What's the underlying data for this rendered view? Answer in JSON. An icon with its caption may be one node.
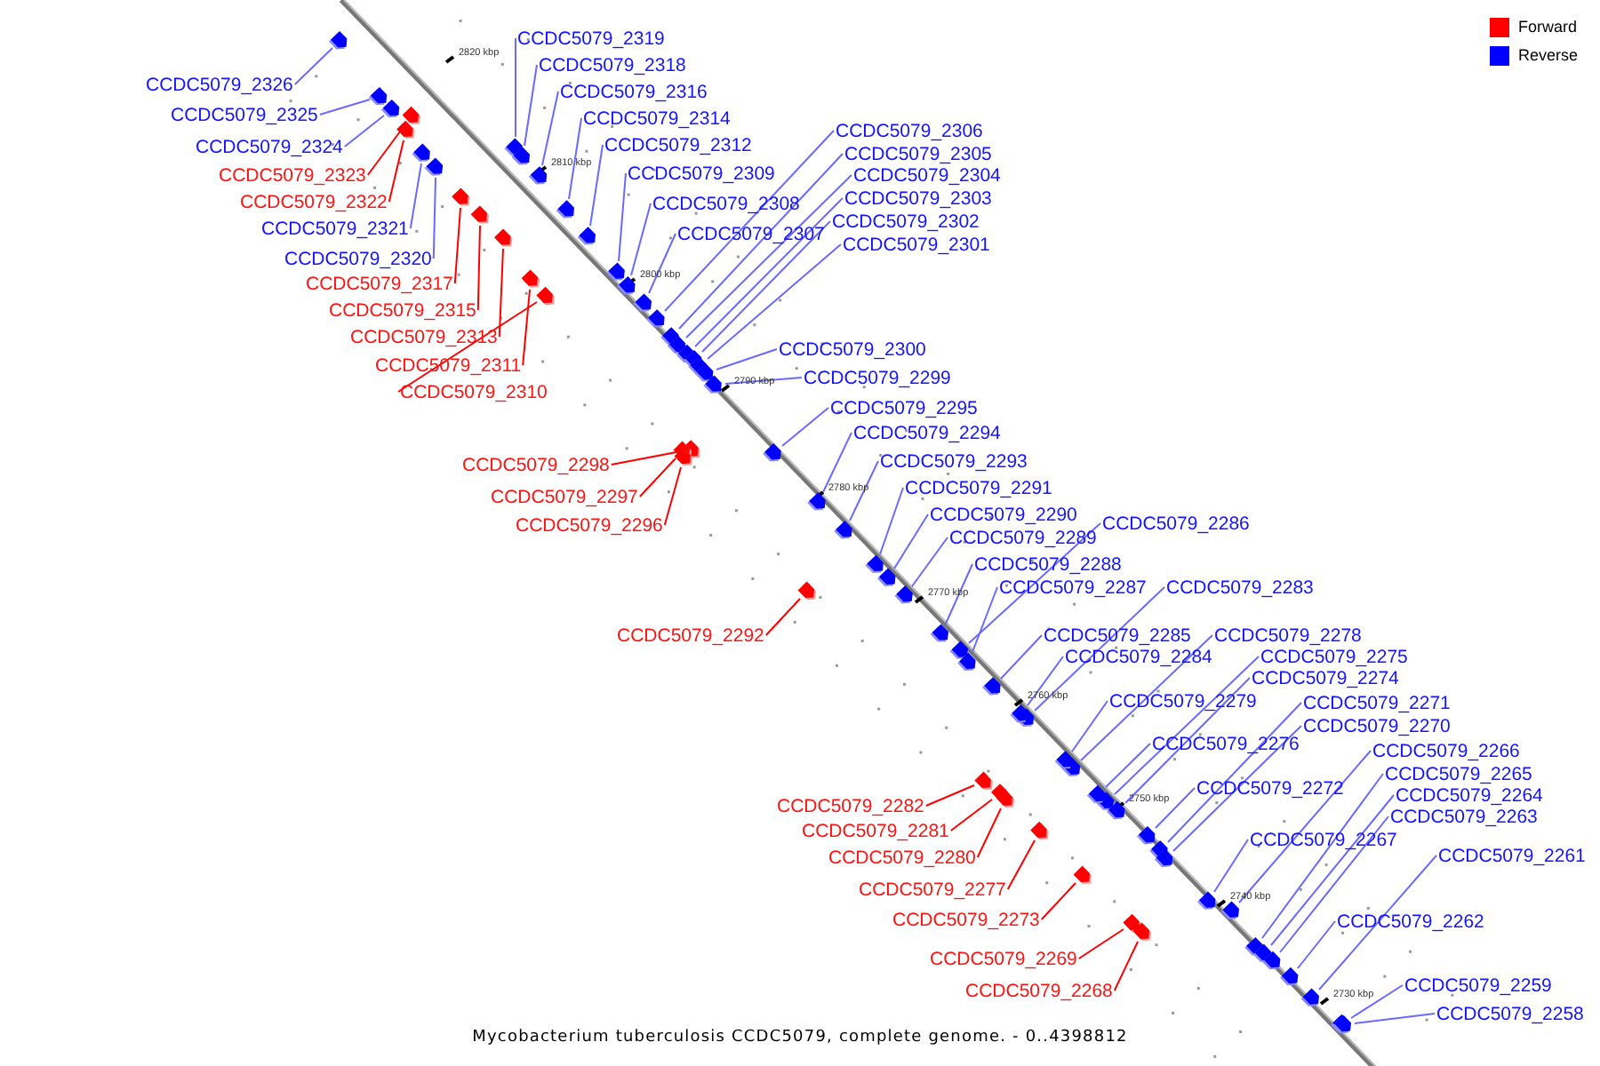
{
  "diagram": {
    "caption": "Mycobacterium tuberculosis CCDC5079, complete genome. - 0..4398812",
    "nodes": [
      {
        "text": [
          "CCDC5079_2319"
        ]
      },
      {
        "text": [
          "CCDC5079_2318"
        ]
      },
      {
        "text": [
          "CCDC5079_2326"
        ]
      },
      {
        "text": [
          "CCDC5079_2316"
        ]
      },
      {
        "text": [
          "CCDC5079_2325"
        ]
      },
      {
        "text": [
          "CCDC5079_2314"
        ]
      },
      {
        "text": [
          "CCDC5079_2306"
        ]
      },
      {
        "text": [
          "CCDC5079_2312"
        ]
      },
      {
        "text": [
          "CCDC5079_2324"
        ]
      },
      {
        "text": [
          "CCDC5079_2305"
        ]
      },
      {
        "text": [
          "CCDC5079_2309"
        ]
      },
      {
        "text": [
          "CCDC5079_2304"
        ]
      },
      {
        "text": [
          "CCDC5079_2323"
        ]
      },
      {
        "text": [
          "CCDC5079_2303"
        ]
      },
      {
        "text": [
          "CCDC5079_2322"
        ]
      },
      {
        "text": [
          "CCDC5079_2308"
        ]
      },
      {
        "text": [
          "CCDC5079_2302"
        ]
      },
      {
        "text": [
          "CCDC5079_2321"
        ]
      },
      {
        "text": [
          "CCDC5079_2307"
        ]
      },
      {
        "text": [
          "CCDC5079_2301"
        ]
      },
      {
        "text": [
          "CCDC5079_2320"
        ]
      },
      {
        "text": [
          "CCDC5079_2317"
        ]
      },
      {
        "text": [
          "CCDC5079_2315"
        ]
      },
      {
        "text": [
          "CCDC5079_2313"
        ]
      },
      {
        "text": [
          "CCDC5079_2300"
        ]
      },
      {
        "text": [
          "CCDC5079_2311"
        ]
      },
      {
        "text": [
          "CCDC5079_2299"
        ]
      },
      {
        "text": [
          "CCDC5079_2310"
        ]
      },
      {
        "text": [
          "CCDC5079_2295"
        ]
      },
      {
        "text": [
          "CCDC5079_2294"
        ]
      },
      {
        "text": [
          "CCDC5079_2293"
        ]
      },
      {
        "text": [
          "CCDC5079_2298"
        ]
      },
      {
        "text": [
          "CCDC5079_2291"
        ]
      },
      {
        "text": [
          "CCDC5079_2297"
        ]
      },
      {
        "text": [
          "CCDC5079_2290"
        ]
      },
      {
        "text": [
          "CCDC5079_2286"
        ]
      },
      {
        "text": [
          "CCDC5079_2296"
        ]
      },
      {
        "text": [
          "CCDC5079_2289"
        ]
      },
      {
        "text": [
          "CCDC5079_2288"
        ]
      },
      {
        "text": [
          "CCDC5079_2287"
        ]
      },
      {
        "text": [
          "CCDC5079_2283"
        ]
      },
      {
        "text": [
          "CCDC5079_2285"
        ]
      },
      {
        "text": [
          "CCDC5079_2292"
        ]
      },
      {
        "text": [
          "CCDC5079_2278"
        ]
      },
      {
        "text": [
          "CCDC5079_2284"
        ]
      },
      {
        "text": [
          "CCDC5079_2275"
        ]
      },
      {
        "text": [
          "CCDC5079_2274"
        ]
      },
      {
        "text": [
          "CCDC5079_2279"
        ]
      },
      {
        "text": [
          "CCDC5079_2271"
        ]
      },
      {
        "text": [
          "CCDC5079_2270"
        ]
      },
      {
        "text": [
          "CCDC5079_2276"
        ]
      },
      {
        "text": [
          "CCDC5079_2266"
        ]
      },
      {
        "text": [
          "CCDC5079_2265"
        ]
      },
      {
        "text": [
          "CCDC5079_2272"
        ]
      },
      {
        "text": [
          "CCDC5079_2264"
        ]
      },
      {
        "text": [
          "CCDC5079_2282"
        ]
      },
      {
        "text": [
          "CCDC5079_2263"
        ]
      },
      {
        "text": [
          "CCDC5079_2281"
        ]
      },
      {
        "text": [
          "CCDC5079_2267"
        ]
      },
      {
        "text": [
          "CCDC5079_2261"
        ]
      },
      {
        "text": [
          "CCDC5079_2280"
        ]
      },
      {
        "text": [
          "CCDC5079_2277"
        ]
      },
      {
        "text": [
          "CCDC5079_2273"
        ]
      },
      {
        "text": [
          "CCDC5079_2262"
        ]
      },
      {
        "text": [
          "CCDC5079_2269"
        ]
      },
      {
        "text": [
          "CCDC5079_2259"
        ]
      },
      {
        "text": [
          "CCDC5079_2268"
        ]
      },
      {
        "text": [
          "CCDC5079_2258"
        ]
      },
      {
        "text": [],
        "shape": "bar"
      },
      {
        "text": [],
        "shape": "bar"
      },
      {
        "text": [],
        "shape": "bar"
      },
      {
        "text": [],
        "shape": "bar"
      },
      {
        "text": [],
        "shape": "bar"
      },
      {
        "text": [],
        "shape": "bar"
      },
      {
        "text": [],
        "shape": "bar"
      },
      {
        "text": [],
        "shape": "bar"
      },
      {
        "text": [],
        "shape": "bar"
      },
      {
        "text": [],
        "shape": "bar"
      },
      {
        "text": [],
        "shape": "bar"
      },
      {
        "text": [],
        "shape": "bar"
      },
      {
        "text": [],
        "shape": "bar"
      },
      {
        "text": [],
        "shape": "bar"
      },
      {
        "text": [],
        "shape": "bar"
      },
      {
        "text": [],
        "shape": "bar"
      },
      {
        "text": [],
        "shape": "bar"
      },
      {
        "text": [],
        "shape": "bar"
      },
      {
        "text": [],
        "shape": "bar"
      },
      {
        "text": [],
        "shape": "bar"
      },
      {
        "text": [],
        "shape": "bar"
      },
      {
        "text": [],
        "shape": "bar"
      },
      {
        "text": [],
        "shape": "bar"
      },
      {
        "text": [],
        "shape": "bar"
      },
      {
        "text": [],
        "shape": "bar"
      },
      {
        "text": [],
        "shape": "bar"
      },
      {
        "text": [],
        "shape": "bar"
      },
      {
        "text": [],
        "shape": "bar"
      },
      {
        "text": [],
        "shape": "bar"
      },
      {
        "text": [],
        "shape": "bar"
      },
      {
        "text": [],
        "shape": "bar"
      },
      {
        "text": [],
        "shape": "bar"
      },
      {
        "text": [],
        "shape": "bar"
      },
      {
        "text": [],
        "shape": "bar"
      },
      {
        "text": [],
        "shape": "bar"
      },
      {
        "text": [],
        "shape": "bar"
      },
      {
        "text": [],
        "shape": "bar"
      },
      {
        "text": [],
        "shape": "bar"
      },
      {
        "text": [],
        "shape": "bar"
      },
      {
        "text": [],
        "shape": "bar"
      },
      {
        "text": [],
        "shape": "bar"
      },
      {
        "text": [],
        "shape": "bar"
      },
      {
        "text": [],
        "shape": "bar"
      },
      {
        "text": [],
        "shape": "bar"
      },
      {
        "text": [],
        "shape": "bar"
      },
      {
        "text": [],
        "shape": "bar"
      },
      {
        "text": [],
        "shape": "bar"
      },
      {
        "text": [],
        "shape": "bar"
      },
      {
        "text": [],
        "shape": "bar"
      },
      {
        "text": [],
        "shape": "bar"
      },
      {
        "text": [],
        "shape": "bar"
      },
      {
        "text": [],
        "shape": "bar"
      },
      {
        "text": [],
        "shape": "bar"
      },
      {
        "text": [],
        "shape": "bar"
      },
      {
        "text": [],
        "shape": "bar"
      },
      {
        "text": [],
        "shape": "bar"
      },
      {
        "text": [],
        "shape": "bar"
      },
      {
        "text": [],
        "shape": "bar"
      },
      {
        "text": [],
        "shape": "bar"
      },
      {
        "text": [],
        "shape": "bar"
      },
      {
        "text": [],
        "shape": "bar"
      },
      {
        "text": [],
        "shape": "bar"
      },
      {
        "text": [],
        "shape": "bar"
      },
      {
        "text": [],
        "shape": "bar"
      },
      {
        "text": [],
        "shape": "bar"
      },
      {
        "text": [],
        "shape": "bar"
      },
      {
        "text": [],
        "shape": "bar"
      },
      {
        "text": [],
        "shape": "bar"
      }
    ],
    "edges": [
      {
        "from": 0,
        "to": 68,
        "arrow": "none"
      },
      {
        "from": 1,
        "to": 69,
        "arrow": "none"
      },
      {
        "from": 2,
        "to": 70,
        "arrow": "none"
      },
      {
        "from": 3,
        "to": 71,
        "arrow": "none"
      },
      {
        "from": 4,
        "to": 72,
        "arrow": "none"
      },
      {
        "from": 5,
        "to": 73,
        "arrow": "none"
      },
      {
        "from": 6,
        "to": 74,
        "arrow": "none"
      },
      {
        "from": 7,
        "to": 75,
        "arrow": "none"
      },
      {
        "from": 8,
        "to": 76,
        "arrow": "none"
      },
      {
        "from": 9,
        "to": 77,
        "arrow": "none"
      },
      {
        "from": 10,
        "to": 78,
        "arrow": "none"
      },
      {
        "from": 11,
        "to": 79,
        "arrow": "none"
      },
      {
        "from": 12,
        "to": 80,
        "arrow": "none",
        "color": "#ff0000"
      },
      {
        "from": 13,
        "to": 81,
        "arrow": "none"
      },
      {
        "from": 14,
        "to": 82,
        "arrow": "none",
        "color": "#ff0000"
      },
      {
        "from": 15,
        "to": 83,
        "arrow": "none"
      },
      {
        "from": 16,
        "to": 84,
        "arrow": "none"
      },
      {
        "from": 17,
        "to": 85,
        "arrow": "none"
      },
      {
        "from": 18,
        "to": 86,
        "arrow": "none"
      },
      {
        "from": 19,
        "to": 87,
        "arrow": "none"
      },
      {
        "from": 20,
        "to": 88,
        "arrow": "none"
      },
      {
        "from": 21,
        "to": 89,
        "arrow": "none",
        "color": "#ff0000"
      },
      {
        "from": 22,
        "to": 90,
        "arrow": "none",
        "color": "#ff0000"
      },
      {
        "from": 23,
        "to": 91,
        "arrow": "none",
        "color": "#ff0000"
      },
      {
        "from": 24,
        "to": 92,
        "arrow": "none"
      },
      {
        "from": 25,
        "to": 93,
        "arrow": "none",
        "color": "#ff0000"
      },
      {
        "from": 26,
        "to": 94,
        "arrow": "none"
      },
      {
        "from": 27,
        "to": 95,
        "arrow": "none",
        "color": "#ff0000"
      },
      {
        "from": 28,
        "to": 96,
        "arrow": "none"
      },
      {
        "from": 29,
        "to": 97,
        "arrow": "none"
      },
      {
        "from": 30,
        "to": 98,
        "arrow": "none"
      },
      {
        "from": 31,
        "to": 99,
        "arrow": "none",
        "color": "#ff0000"
      },
      {
        "from": 32,
        "to": 100,
        "arrow": "none"
      },
      {
        "from": 33,
        "to": 101,
        "arrow": "none",
        "color": "#ff0000"
      },
      {
        "from": 34,
        "to": 102,
        "arrow": "none"
      },
      {
        "from": 35,
        "to": 103,
        "arrow": "none"
      },
      {
        "from": 36,
        "to": 104,
        "arrow": "none",
        "color": "#ff0000"
      },
      {
        "from": 37,
        "to": 105,
        "arrow": "none"
      },
      {
        "from": 38,
        "to": 106,
        "arrow": "none"
      },
      {
        "from": 39,
        "to": 107,
        "arrow": "none"
      },
      {
        "from": 40,
        "to": 108,
        "arrow": "none"
      },
      {
        "from": 41,
        "to": 109,
        "arrow": "none"
      },
      {
        "from": 42,
        "to": 110,
        "arrow": "none",
        "color": "#ff0000"
      },
      {
        "from": 43,
        "to": 111,
        "arrow": "none"
      },
      {
        "from": 44,
        "to": 112,
        "arrow": "none"
      },
      {
        "from": 45,
        "to": 113,
        "arrow": "none"
      },
      {
        "from": 46,
        "to": 114,
        "arrow": "none"
      },
      {
        "from": 47,
        "to": 115,
        "arrow": "none"
      },
      {
        "from": 48,
        "to": 116,
        "arrow": "none"
      },
      {
        "from": 49,
        "to": 117,
        "arrow": "none"
      },
      {
        "from": 50,
        "to": 118,
        "arrow": "none"
      },
      {
        "from": 51,
        "to": 119,
        "arrow": "none"
      },
      {
        "from": 52,
        "to": 120,
        "arrow": "none"
      },
      {
        "from": 53,
        "to": 121,
        "arrow": "none"
      },
      {
        "from": 54,
        "to": 122,
        "arrow": "none"
      },
      {
        "from": 55,
        "to": 123,
        "arrow": "none",
        "color": "#ff0000"
      },
      {
        "from": 56,
        "to": 124,
        "arrow": "none"
      },
      {
        "from": 57,
        "to": 125,
        "arrow": "none",
        "color": "#ff0000"
      },
      {
        "from": 58,
        "to": 126,
        "arrow": "none"
      },
      {
        "from": 59,
        "to": 127,
        "arrow": "none"
      },
      {
        "from": 60,
        "to": 128,
        "arrow": "none",
        "color": "#ff0000"
      },
      {
        "from": 61,
        "to": 129,
        "arrow": "none",
        "color": "#ff0000"
      },
      {
        "from": 62,
        "to": 130,
        "arrow": "none",
        "color": "#ff0000"
      },
      {
        "from": 63,
        "to": 131,
        "arrow": "none"
      },
      {
        "from": 64,
        "to": 132,
        "arrow": "none",
        "color": "#ff0000"
      },
      {
        "from": 65,
        "to": 133,
        "arrow": "none"
      },
      {
        "from": 66,
        "to": 134,
        "arrow": "none",
        "color": "#ff0000"
      },
      {
        "from": 67,
        "to": 135,
        "arrow": "none"
      }
    ],
    "labels": [
      "2820 kbp",
      "2810 kbp",
      "2800 kbp",
      "2790 kbp",
      "2780 kbp",
      "2770 kbp",
      "2760 kbp",
      "2750 kbp",
      "2740 kbp",
      "2730 kbp"
    ],
    "legend": [
      {
        "text": "Forward",
        "color": "#ff0000"
      },
      {
        "text": "Reverse",
        "color": "#0000ff"
      }
    ]
  }
}
